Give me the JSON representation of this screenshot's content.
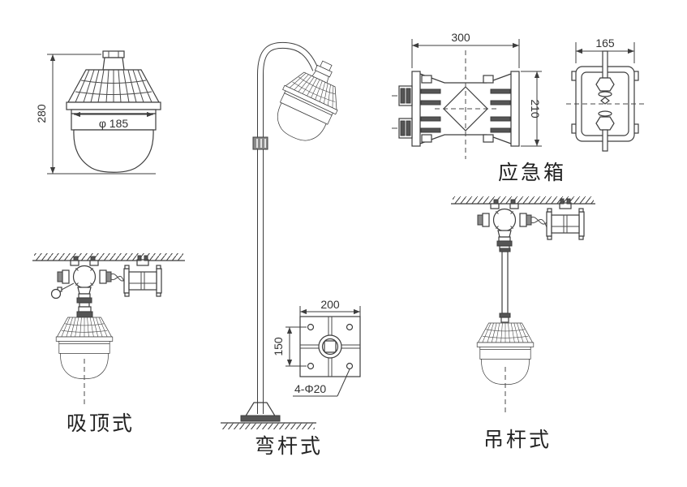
{
  "figures": {
    "lamp_front": {
      "height_dim": "280",
      "diameter_dim": "φ 185"
    },
    "emergency_box": {
      "label": "应急箱",
      "front": {
        "width_dim": "300",
        "height_dim": "210"
      },
      "side": {
        "width_dim": "165"
      }
    },
    "ceiling_mount": {
      "label": "吸顶式"
    },
    "bent_pole": {
      "label": "弯杆式"
    },
    "pendant": {
      "label": "吊杆式"
    },
    "base_plate": {
      "width_dim": "200",
      "hole_spacing_dim": "150",
      "holes_note": "4-Φ20"
    }
  },
  "colors": {
    "line": "#3d3d3d",
    "background": "#ffffff"
  }
}
